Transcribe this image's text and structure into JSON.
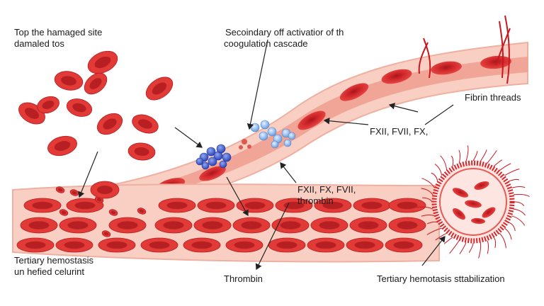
{
  "labels": {
    "top_left_line1": "Top the hamaged site",
    "top_left_line2": "damaled tos",
    "secondary_line1": "Secoindary off activatior of th",
    "secondary_line2": "coogulation cascade",
    "fibrin_threads": "Fibrin threads",
    "factors_top": "FXII, FVII, FX,",
    "factors_mid_line1": "FXII, FX, FVII,",
    "factors_mid_line2": "thrombin",
    "tertiary_left_line1": "Tertiary hemostasis",
    "tertiary_left_line2": "un hefied celurint",
    "thrombin": "Thrombin",
    "tertiary_right": "Tertiary hemotasis sttabilization"
  },
  "colors": {
    "rbc_fill": "#d8262b",
    "rbc_center": "#b01a20",
    "vessel_wall": "#f6c4b6",
    "vessel_inner": "#ee9a8c",
    "factor_dark_blue": "#3b55c9",
    "factor_light_blue": "#8fbbee",
    "fibrin": "#d8262b"
  }
}
